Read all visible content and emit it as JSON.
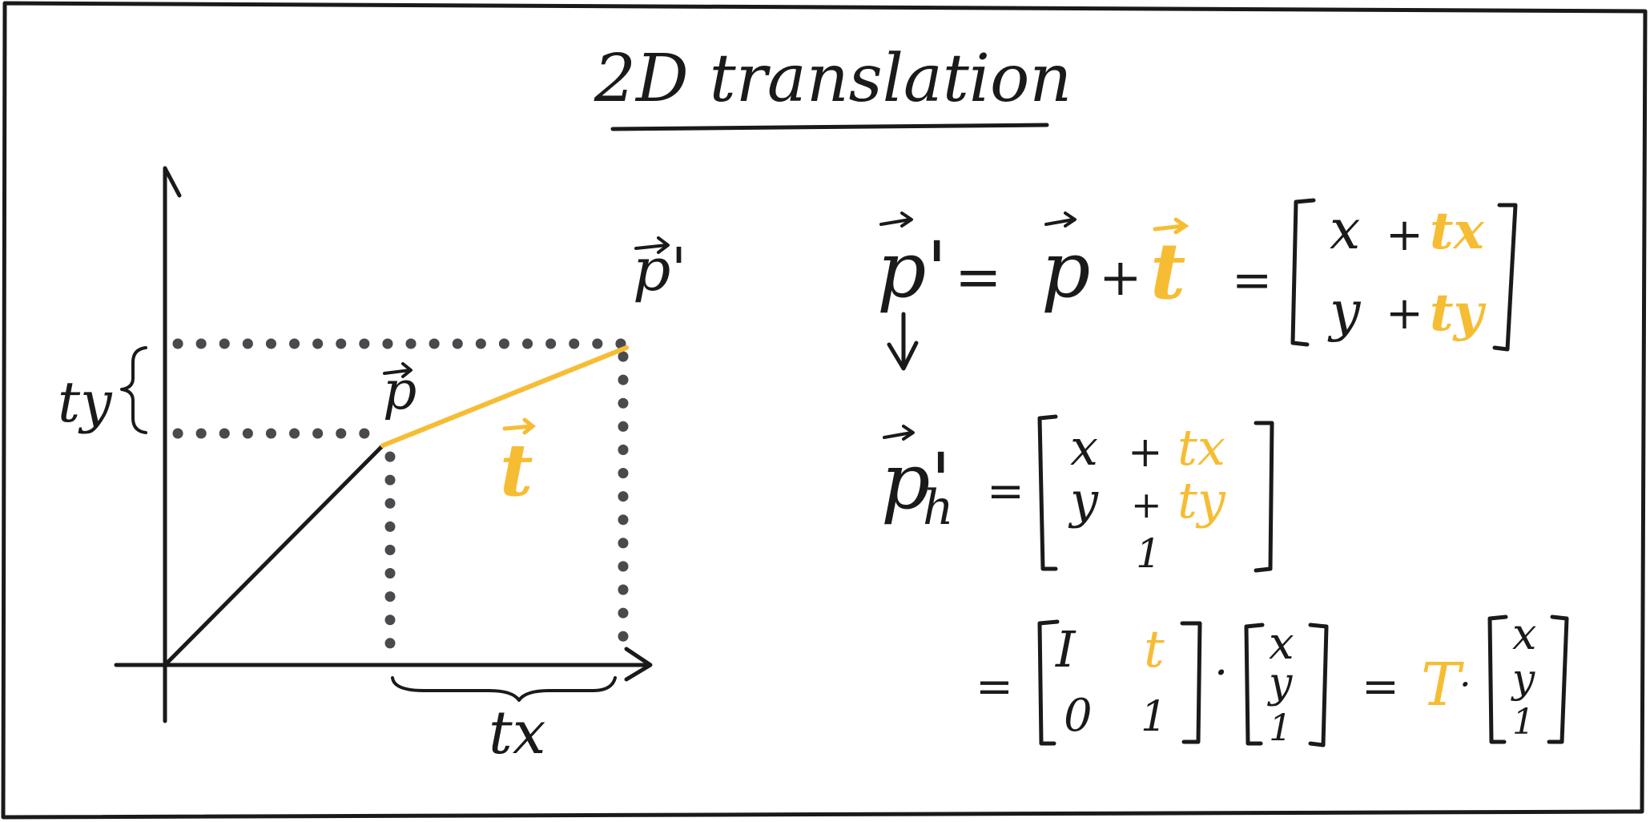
{
  "title": "2D translation",
  "graph": {
    "label_p": "p",
    "label_p_prime": "p'",
    "label_t": "t",
    "label_tx": "tx",
    "label_ty": "ty"
  },
  "equations": {
    "eq1": {
      "lhs": "p'",
      "equals": "=",
      "p": "p",
      "plus": "+",
      "t": "t",
      "equals2": "=",
      "row1_var": "x",
      "row1_plus": "+",
      "row1_t": "tx",
      "row2_var": "y",
      "row2_plus": "+",
      "row2_t": "ty"
    },
    "eq2": {
      "lhs_p": "p'",
      "lhs_sub": "h",
      "equals": "=",
      "row1_var": "x",
      "row1_plus": "+",
      "row1_t": "tx",
      "row2_var": "y",
      "row2_plus": "+",
      "row2_t": "ty",
      "row3": "1"
    },
    "eq3": {
      "equals": "=",
      "m11": "I",
      "m12": "t",
      "m21": "0",
      "m22": "1",
      "dot": "·",
      "v1": "x",
      "v2": "y",
      "v3": "1",
      "equals2": "=",
      "T": "T",
      "dot2": "·",
      "w1": "x",
      "w2": "y",
      "w3": "1"
    }
  },
  "colors": {
    "ink": "#1a1a1a",
    "highlight": "#f6bd34",
    "dots": "#4a4a4e"
  }
}
